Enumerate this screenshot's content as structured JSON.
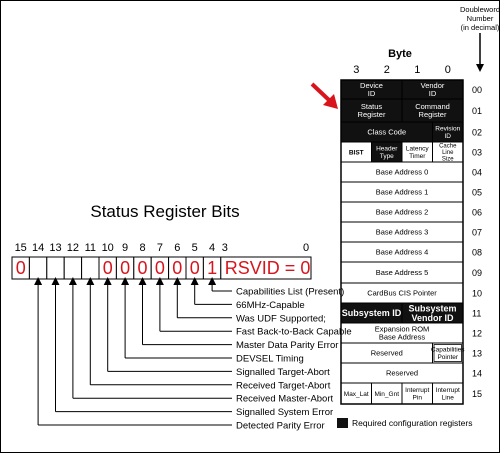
{
  "header": {
    "doubleword_label": [
      "Doubleword",
      "Number",
      "(in decimal)"
    ],
    "byte_label": "Byte",
    "byte_numbers": [
      "3",
      "2",
      "1",
      "0"
    ]
  },
  "config_space": {
    "rows": [
      {
        "num": "00",
        "cells": [
          {
            "text": [
              "Device",
              "ID"
            ],
            "span": 2,
            "dark": true
          },
          {
            "text": [
              "Vendor",
              "ID"
            ],
            "span": 2,
            "dark": true
          }
        ]
      },
      {
        "num": "01",
        "cells": [
          {
            "text": [
              "Status",
              "Register"
            ],
            "span": 2,
            "dark": true
          },
          {
            "text": [
              "Command",
              "Register"
            ],
            "span": 2,
            "dark": true
          }
        ]
      },
      {
        "num": "02",
        "cells": [
          {
            "text": [
              "Class Code"
            ],
            "span": 3,
            "dark": true
          },
          {
            "text": [
              "Revision",
              "ID"
            ],
            "span": 1,
            "dark": true
          }
        ]
      },
      {
        "num": "03",
        "cells": [
          {
            "text": [
              "BIST"
            ],
            "span": 1,
            "dark": false,
            "bold": true
          },
          {
            "text": [
              "Header",
              "Type"
            ],
            "span": 1,
            "dark": true
          },
          {
            "text": [
              "Latency",
              "Timer"
            ],
            "span": 1,
            "dark": false
          },
          {
            "text": [
              "Cache",
              "Line",
              "Size"
            ],
            "span": 1,
            "dark": false
          }
        ]
      },
      {
        "num": "04",
        "cells": [
          {
            "text": [
              "Base Address 0"
            ],
            "span": 4,
            "dark": false
          }
        ]
      },
      {
        "num": "05",
        "cells": [
          {
            "text": [
              "Base Address 1"
            ],
            "span": 4,
            "dark": false
          }
        ]
      },
      {
        "num": "06",
        "cells": [
          {
            "text": [
              "Base Address 2"
            ],
            "span": 4,
            "dark": false
          }
        ]
      },
      {
        "num": "07",
        "cells": [
          {
            "text": [
              "Base Address 3"
            ],
            "span": 4,
            "dark": false
          }
        ]
      },
      {
        "num": "08",
        "cells": [
          {
            "text": [
              "Base Address 4"
            ],
            "span": 4,
            "dark": false
          }
        ]
      },
      {
        "num": "09",
        "cells": [
          {
            "text": [
              "Base Address 5"
            ],
            "span": 4,
            "dark": false
          }
        ]
      },
      {
        "num": "10",
        "cells": [
          {
            "text": [
              "CardBus CIS Pointer"
            ],
            "span": 4,
            "dark": false
          }
        ]
      },
      {
        "num": "11",
        "cells": [
          {
            "text": [
              "Subsystem ID"
            ],
            "span": 2,
            "dark": true,
            "big": true
          },
          {
            "text": [
              "Subsystem",
              "Vendor ID"
            ],
            "span": 2,
            "dark": true,
            "big": true
          }
        ]
      },
      {
        "num": "12",
        "cells": [
          {
            "text": [
              "Expansion ROM",
              "Base Address"
            ],
            "span": 4,
            "dark": false
          }
        ]
      },
      {
        "num": "13",
        "cells": [
          {
            "text": [
              "Reserved"
            ],
            "span": 3,
            "dark": false
          },
          {
            "text": [
              "Capabilities",
              "Pointer"
            ],
            "span": 1,
            "dark": false,
            "boxed": true
          }
        ]
      },
      {
        "num": "14",
        "cells": [
          {
            "text": [
              "Reserved"
            ],
            "span": 4,
            "dark": false
          }
        ]
      },
      {
        "num": "15",
        "cells": [
          {
            "text": [
              "Max_Lat"
            ],
            "span": 1,
            "dark": false
          },
          {
            "text": [
              "Min_Gnt"
            ],
            "span": 1,
            "dark": false
          },
          {
            "text": [
              "Interrupt",
              "Pin"
            ],
            "span": 1,
            "dark": false
          },
          {
            "text": [
              "Interrupt",
              "Line"
            ],
            "span": 1,
            "dark": false
          }
        ]
      }
    ]
  },
  "legend": {
    "text": "Required configuration registers"
  },
  "status_register": {
    "title": "Status Register Bits",
    "bit_numbers": [
      "15",
      "14",
      "13",
      "12",
      "11",
      "10",
      "9",
      "8",
      "7",
      "6",
      "5",
      "4",
      "3",
      "0"
    ],
    "cells": [
      "0",
      "",
      "",
      "",
      "",
      "0",
      "0",
      "0",
      "0",
      "0",
      "0",
      "1"
    ],
    "reserved_text": "RSVID = 0",
    "labels": [
      "Capabilities List (Present)",
      "66MHz-Capable",
      "Was UDF Supported;",
      "Fast Back-to-Back Capable",
      "Master Data Parity Error",
      "DEVSEL Timing",
      "Signalled Target-Abort",
      "Received Target-Abort",
      "Received Master-Abort",
      "Signalled System Error",
      "Detected Parity Error"
    ]
  },
  "colors": {
    "accent": "#d8141c",
    "dark_cell": "#111111",
    "line": "#000000"
  }
}
